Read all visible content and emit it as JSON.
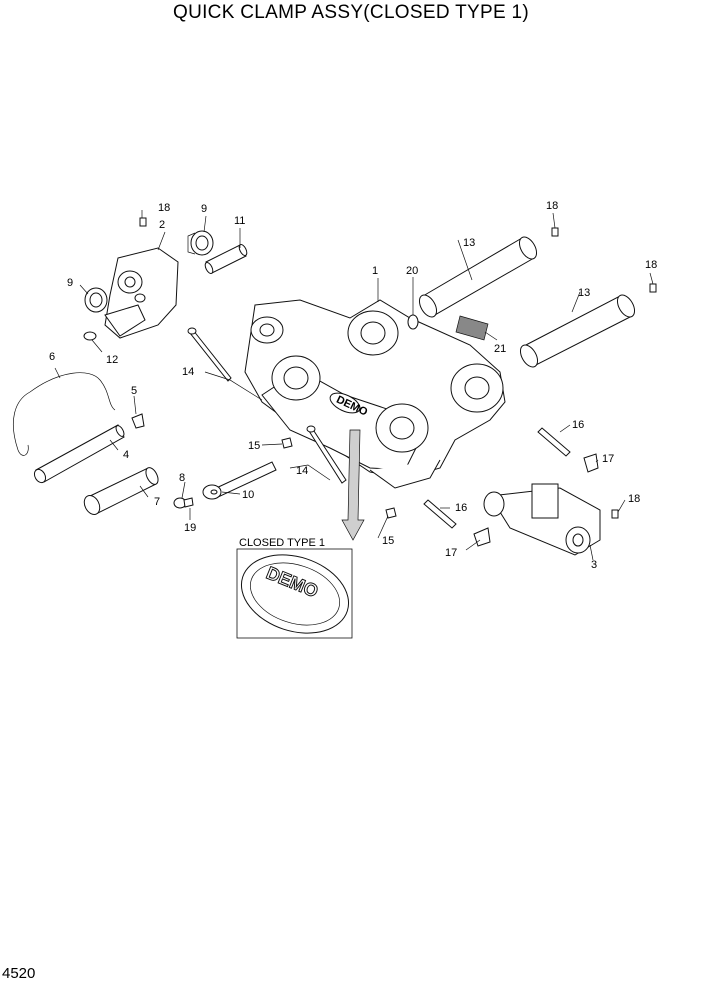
{
  "title": "QUICK CLAMP ASSY(CLOSED TYPE 1)",
  "page_number": "4520",
  "inset": {
    "label": "CLOSED TYPE 1",
    "logo_text": "DEMO"
  },
  "frame_logo_text": "DEMO",
  "callouts": [
    "1",
    "2",
    "3",
    "4",
    "5",
    "6",
    "7",
    "8",
    "9",
    "9",
    "10",
    "11",
    "12",
    "13",
    "13",
    "14",
    "14",
    "15",
    "15",
    "16",
    "16",
    "17",
    "17",
    "18",
    "18",
    "18",
    "18",
    "19",
    "20",
    "21"
  ]
}
